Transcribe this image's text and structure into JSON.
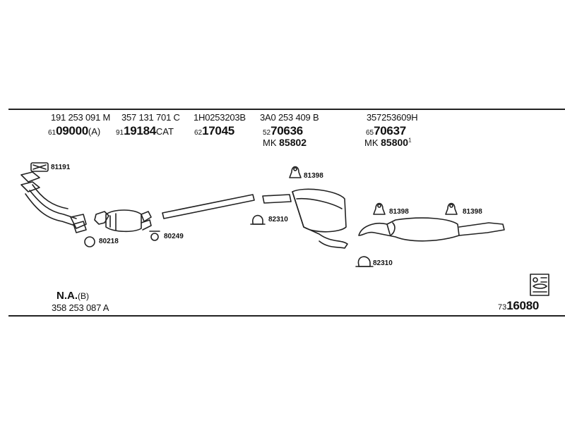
{
  "columns": [
    {
      "oe": "191 253 091 M",
      "art_prefix": "61",
      "art_main": "09000",
      "art_suffix": "(A)"
    },
    {
      "oe": "357 131 701 C",
      "art_prefix": "91",
      "art_main": "19184",
      "art_suffix": "CAT"
    },
    {
      "oe": "1H0253203B",
      "art_prefix": "62",
      "art_main": "17045",
      "art_suffix": ""
    },
    {
      "oe": "3A0 253 409 B",
      "art_prefix": "52",
      "art_main": "70636",
      "art_suffix": "",
      "mk_prefix": "MK",
      "mk_number": "85802",
      "mk_mark": ""
    },
    {
      "oe": "357253609H",
      "art_prefix": "65",
      "art_main": "70637",
      "art_suffix": "",
      "mk_prefix": "MK",
      "mk_number": "85800",
      "mk_mark": "1"
    }
  ],
  "part_labels": {
    "gasket_top": "81191",
    "ring_gasket": "80218",
    "cat_clamp": "80249",
    "clamp_mid": "82310",
    "hanger_1": "81398",
    "hanger_2": "81398",
    "hanger_3": "81398",
    "clamp_low": "82310"
  },
  "footer": {
    "na_label": "N.A.",
    "na_suffix": "(B)",
    "na_oe": "358 253 087 A",
    "kit_prefix": "73",
    "kit_main": "16080"
  },
  "icon": "assembly-kit-icon"
}
